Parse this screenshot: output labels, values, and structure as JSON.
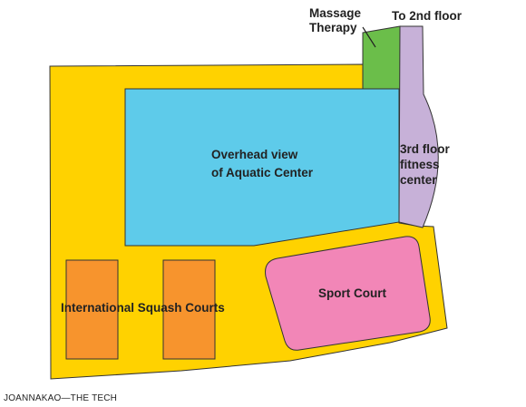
{
  "labels": {
    "massage_line1": "Massage",
    "massage_line2": "Therapy",
    "second_floor": "To 2nd floor",
    "aquatic_line1": "Overhead view",
    "aquatic_line2": "of Aquatic Center",
    "fitness_line1": "3rd floor",
    "fitness_line2": "fitness",
    "fitness_line3": "center",
    "squash": "International Squash Courts",
    "sport": "Sport Court"
  },
  "credit": "JOANNAKAO—THE TECH",
  "colors": {
    "floor": "#FFD200",
    "aquatic": "#5ECBEA",
    "massage": "#6BBE4A",
    "fitness": "#C7B1D8",
    "squash": "#F7942D",
    "sport": "#F286B7",
    "outline": "#333333"
  }
}
